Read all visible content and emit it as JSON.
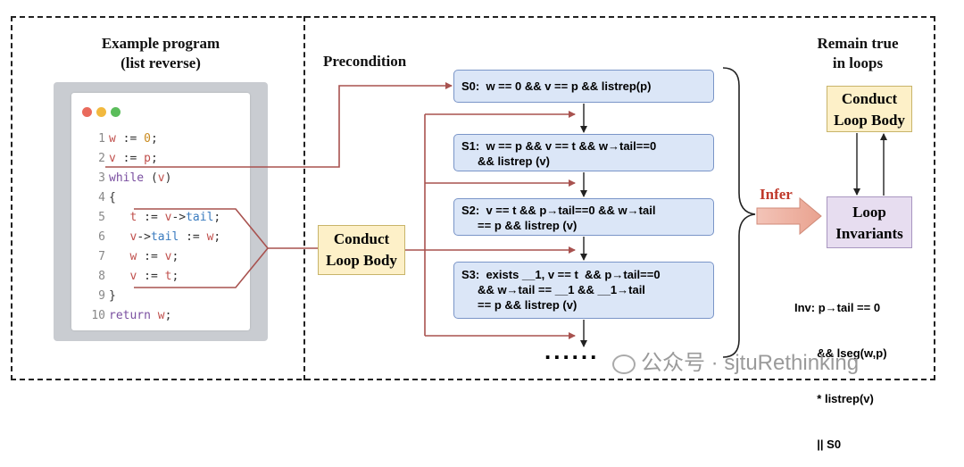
{
  "left_panel": {
    "title_line1": "Example program",
    "title_line2": "(list reverse)",
    "code_lines": [
      {
        "n": "1",
        "text": "w := 0;"
      },
      {
        "n": "2",
        "text": "v := p;"
      },
      {
        "n": "3",
        "text": "while (v)"
      },
      {
        "n": "4",
        "text": "{"
      },
      {
        "n": "5",
        "text": "   t := v->tail;"
      },
      {
        "n": "6",
        "text": "   v->tail := w;"
      },
      {
        "n": "7",
        "text": "   w := v;"
      },
      {
        "n": "8",
        "text": "   v := t;"
      },
      {
        "n": "9",
        "text": "}"
      },
      {
        "n": "10",
        "text": "return w;"
      }
    ]
  },
  "labels": {
    "precondition": "Precondition",
    "conduct_line1": "Conduct",
    "conduct_line2": "Loop Body",
    "infer": "Infer",
    "remain_line1": "Remain true",
    "remain_line2": "in loops",
    "right_conduct_line1": "Conduct",
    "right_conduct_line2": "Loop Body",
    "loop_inv_line1": "Loop",
    "loop_inv_line2": "Invariants",
    "ellipsis": "......"
  },
  "states": [
    {
      "line1": "S0:  w == 0 && v == p && listrep(p)",
      "line2": "",
      "line3": ""
    },
    {
      "line1": "S1:  w == p && v == t && w→tail==0",
      "line2": "     && listrep (v)",
      "line3": ""
    },
    {
      "line1": "S2:  v == t && p→tail==0 && w→tail",
      "line2": "     == p && listrep (v)",
      "line3": ""
    },
    {
      "line1": "S3:  exists __1, v == t  && p→tail==0",
      "line2": "     && w→tail == __1 && __1→tail",
      "line3": "     == p && listrep (v)"
    }
  ],
  "invariant": {
    "line1": "Inv: p→tail == 0",
    "line2": "       && lseg(w,p)",
    "line3": "       * listrep(v)",
    "line4": "       || S0"
  },
  "watermark": "公众号 · sjtuRethinking",
  "colors": {
    "state_fill": "#dbe6f7",
    "yellow_fill": "#fdf0c8",
    "purple_fill": "#e7ddf0",
    "arrow_red": "#a8524f",
    "infer_red": "#c0392b",
    "dot_red": "#e96a5c",
    "dot_yellow": "#f2b93f",
    "dot_green": "#5bbd5b"
  }
}
